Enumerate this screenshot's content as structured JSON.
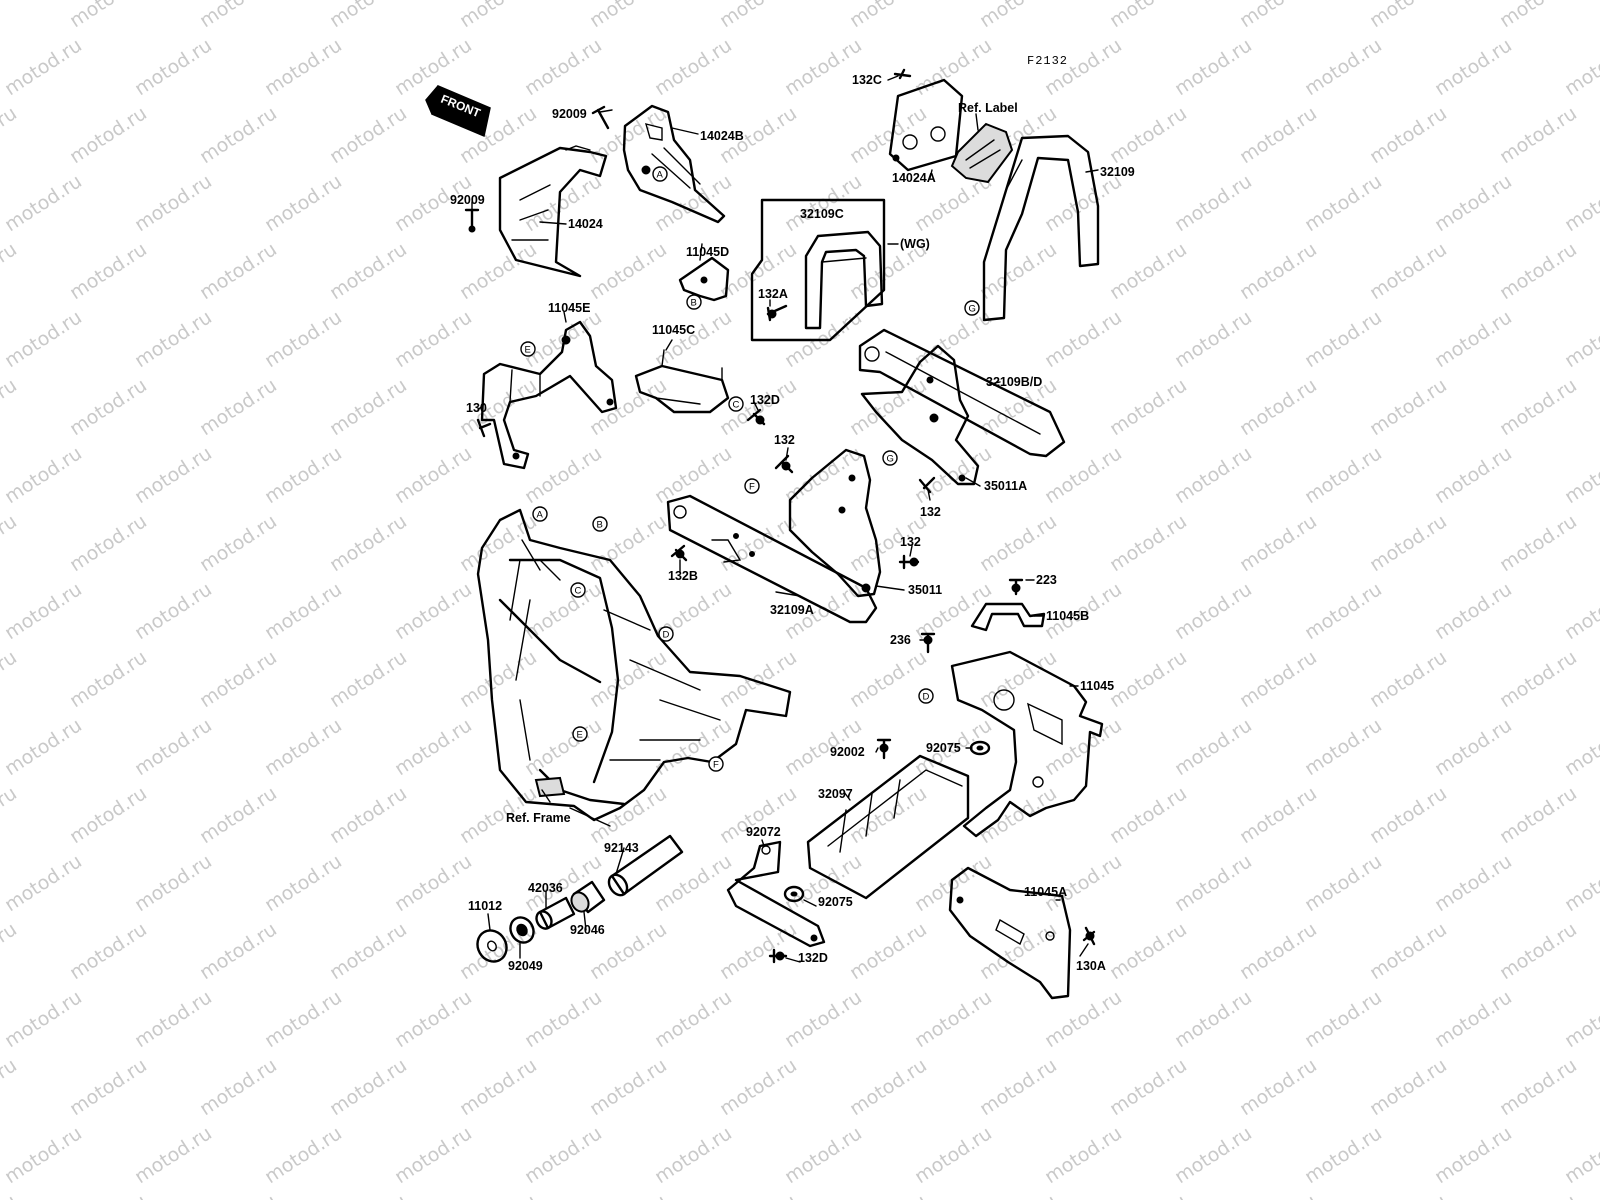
{
  "figure_code": "F2132",
  "front_label": "FRONT",
  "watermark": "motod.ru",
  "ref_label": "Ref. Label",
  "ref_frame": "Ref. Frame",
  "wg_note": "(WG)",
  "parts": [
    {
      "id": "92009-top",
      "text": "92009"
    },
    {
      "id": "14024B",
      "text": "14024B"
    },
    {
      "id": "132C",
      "text": "132C"
    },
    {
      "id": "ref-label",
      "text": "Ref. Label"
    },
    {
      "id": "14024A",
      "text": "14024A"
    },
    {
      "id": "32109",
      "text": "32109"
    },
    {
      "id": "92009-left",
      "text": "92009"
    },
    {
      "id": "14024",
      "text": "14024"
    },
    {
      "id": "32109C",
      "text": "32109C"
    },
    {
      "id": "wg",
      "text": "(WG)"
    },
    {
      "id": "11045D",
      "text": "11045D"
    },
    {
      "id": "132A",
      "text": "132A"
    },
    {
      "id": "11045E",
      "text": "11045E"
    },
    {
      "id": "11045C",
      "text": "11045C"
    },
    {
      "id": "32109BD",
      "text": "32109B/D"
    },
    {
      "id": "130",
      "text": "130"
    },
    {
      "id": "132D-top",
      "text": "132D"
    },
    {
      "id": "132-a",
      "text": "132"
    },
    {
      "id": "35011A",
      "text": "35011A"
    },
    {
      "id": "132-b",
      "text": "132"
    },
    {
      "id": "132-c",
      "text": "132"
    },
    {
      "id": "132B",
      "text": "132B"
    },
    {
      "id": "35011",
      "text": "35011"
    },
    {
      "id": "32109A",
      "text": "32109A"
    },
    {
      "id": "223",
      "text": "223"
    },
    {
      "id": "11045B",
      "text": "11045B"
    },
    {
      "id": "236",
      "text": "236"
    },
    {
      "id": "11045",
      "text": "11045"
    },
    {
      "id": "92002",
      "text": "92002"
    },
    {
      "id": "92075-top",
      "text": "92075"
    },
    {
      "id": "32097",
      "text": "32097"
    },
    {
      "id": "ref-frame",
      "text": "Ref. Frame"
    },
    {
      "id": "92143",
      "text": "92143"
    },
    {
      "id": "92072",
      "text": "92072"
    },
    {
      "id": "42036",
      "text": "42036"
    },
    {
      "id": "11012",
      "text": "11012"
    },
    {
      "id": "92046",
      "text": "92046"
    },
    {
      "id": "92075-bot",
      "text": "92075"
    },
    {
      "id": "11045A",
      "text": "11045A"
    },
    {
      "id": "92049",
      "text": "92049"
    },
    {
      "id": "132D-bot",
      "text": "132D"
    },
    {
      "id": "130A",
      "text": "130A"
    }
  ],
  "reference_markers": [
    "A",
    "B",
    "C",
    "D",
    "E",
    "F",
    "G"
  ]
}
